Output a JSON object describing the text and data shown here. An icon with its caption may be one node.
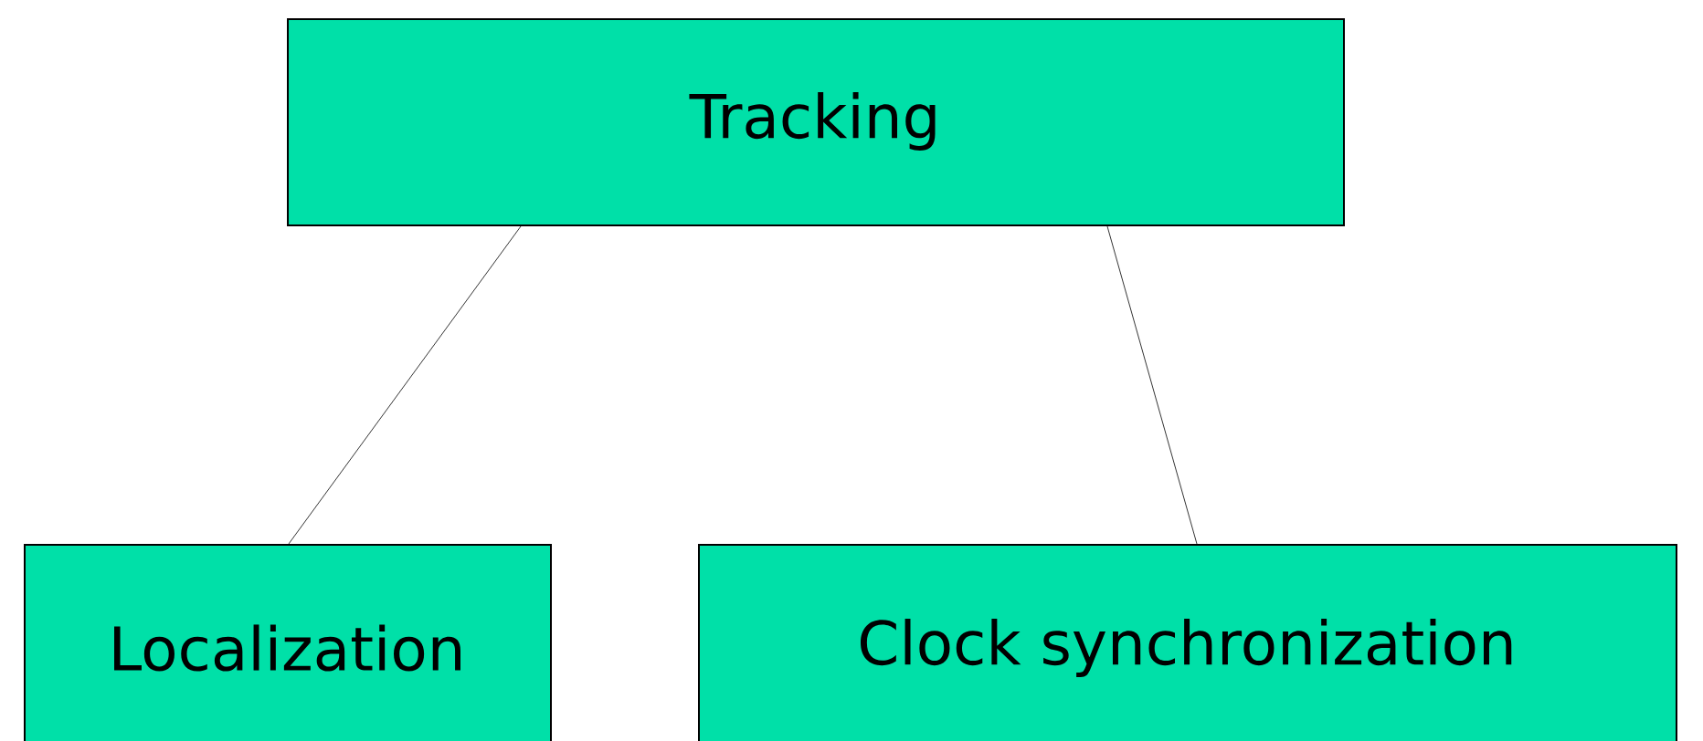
{
  "diagram": {
    "nodes": [
      {
        "text": [
          "Tracking"
        ]
      },
      {
        "text": [
          "Localization"
        ]
      },
      {
        "text": [
          "Clock synchronization"
        ]
      }
    ],
    "edges": [
      {
        "from": 0,
        "to": 1,
        "arrow": "none"
      },
      {
        "from": 0,
        "to": 2,
        "arrow": "none"
      }
    ]
  }
}
